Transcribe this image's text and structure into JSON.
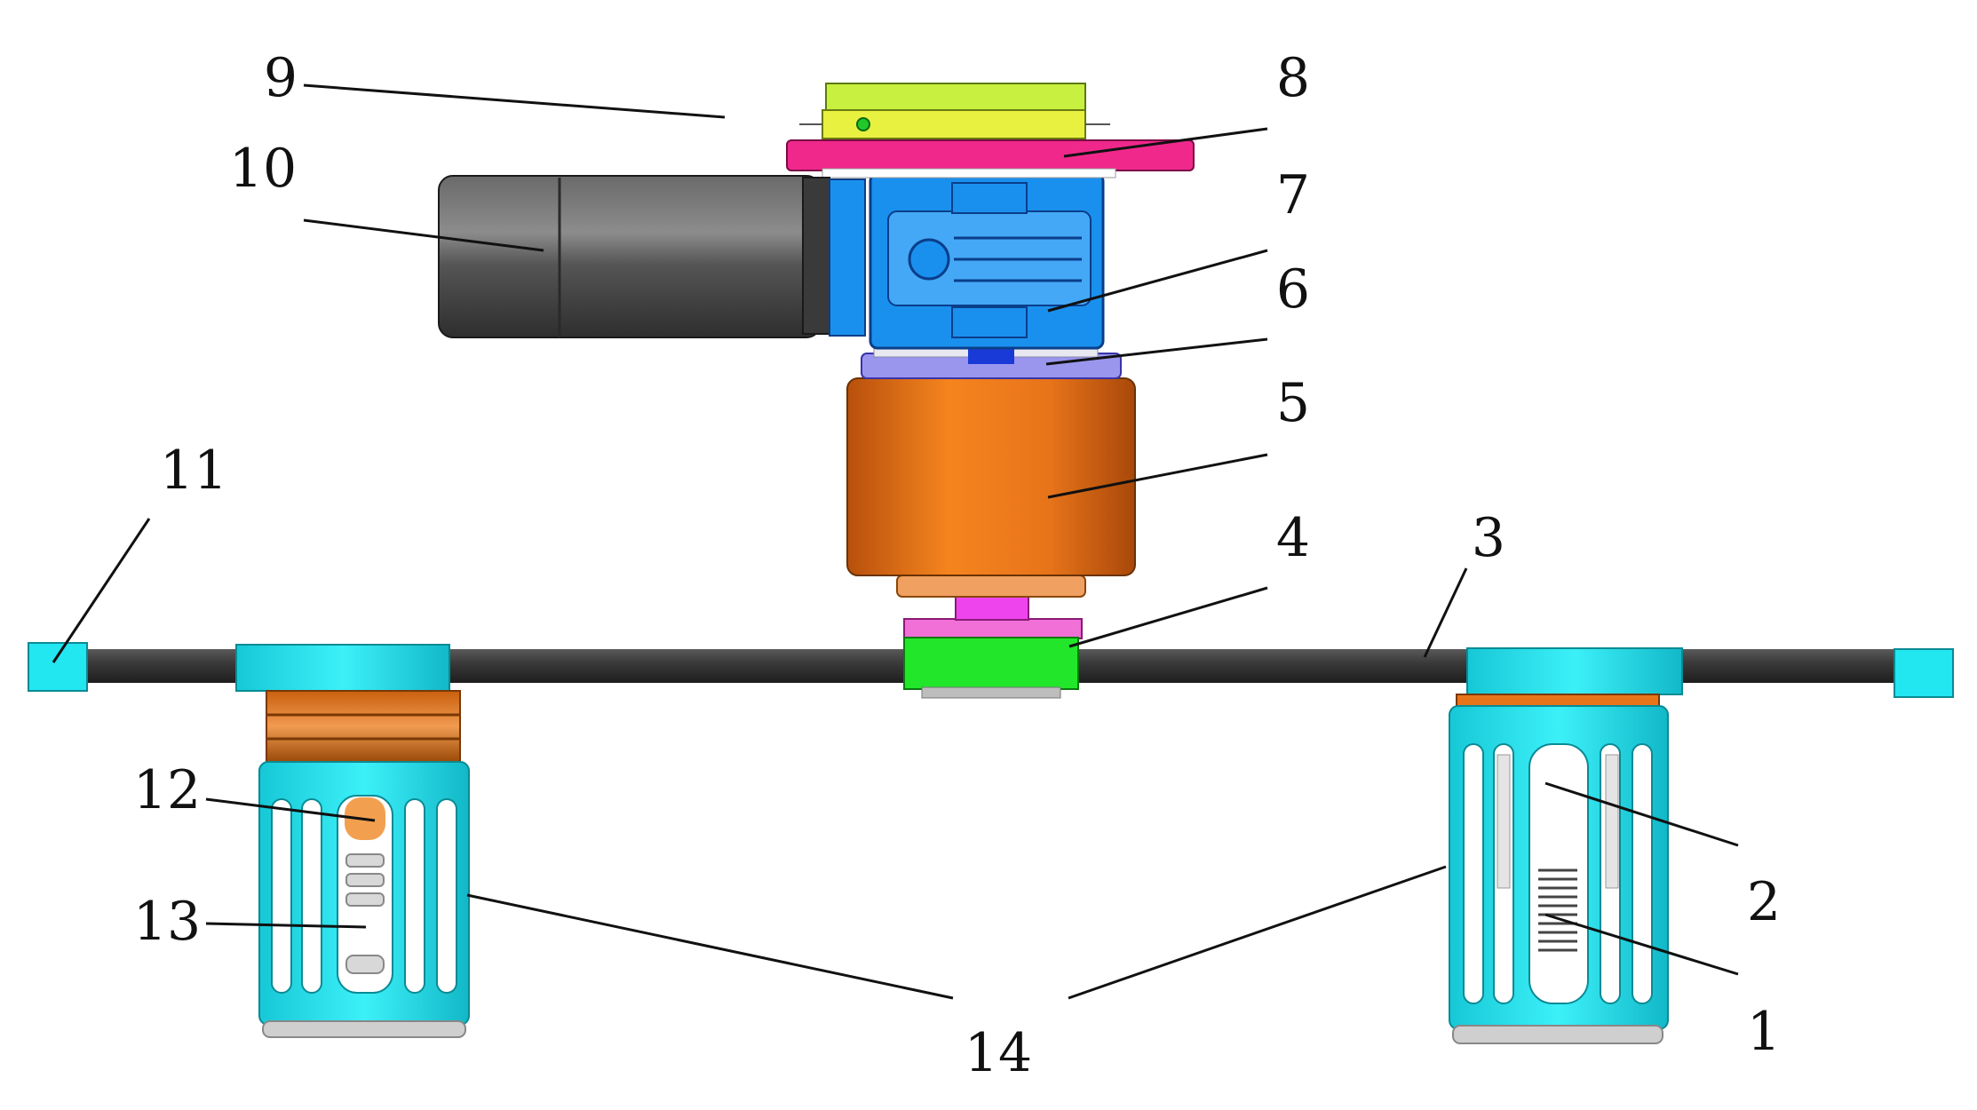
{
  "labels": {
    "n1": "1",
    "n2": "2",
    "n3": "3",
    "n4": "4",
    "n5": "5",
    "n6": "6",
    "n7": "7",
    "n8": "8",
    "n9": "9",
    "n10": "10",
    "n11": "11",
    "n12": "12",
    "n13": "13",
    "n14": "14"
  },
  "colors": {
    "frame_cyan": "#22e6f0",
    "rod_dark": "#2e2e2e",
    "copper": "#e8741a",
    "green_block": "#22e62a",
    "gearbox_blue": "#1a90ee",
    "pink_plate": "#f0288c",
    "yellow_top": "#e0f03c",
    "motor_gray": "#4a4a4a",
    "flange_lavender": "#9a96ee",
    "leader_line": "#111111"
  }
}
